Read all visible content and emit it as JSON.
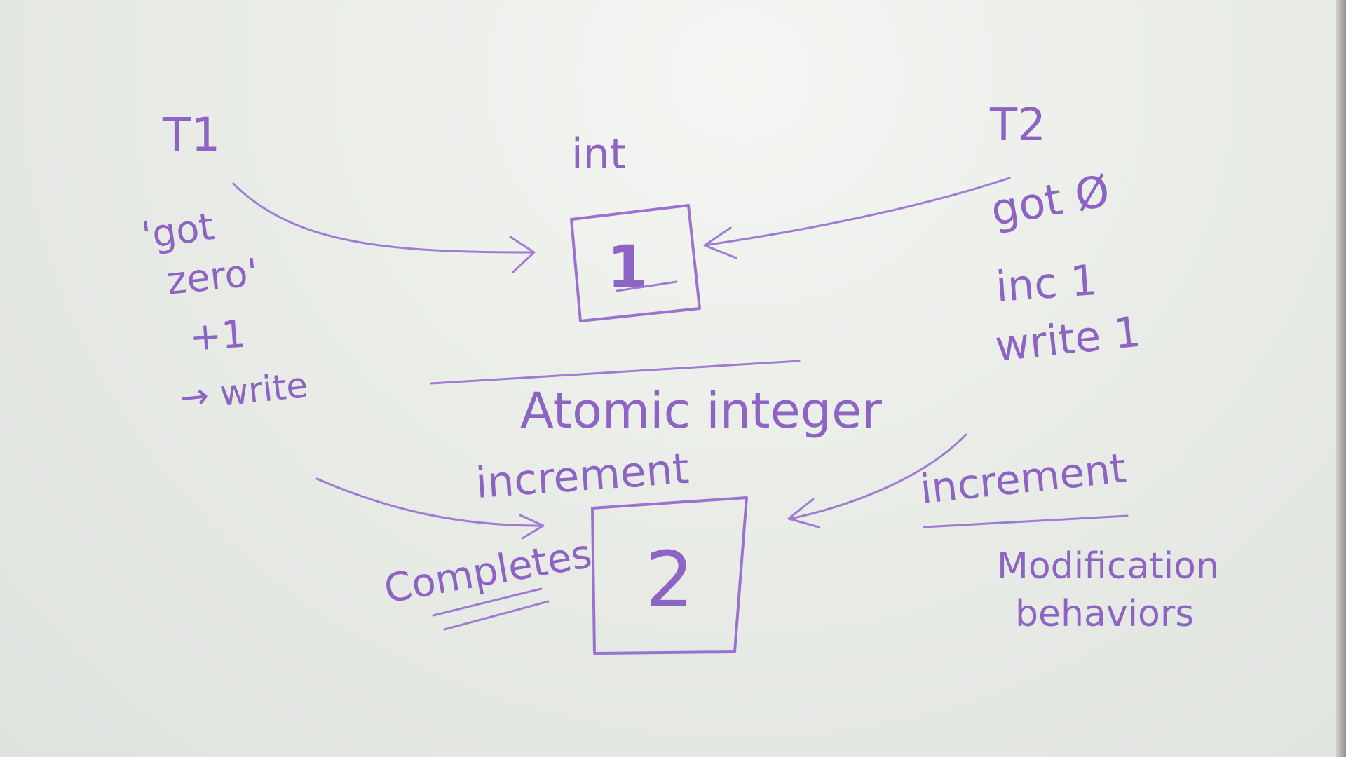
{
  "board": {
    "ink_color": "#8d63c4",
    "background_color": "#e9ece7",
    "top": {
      "thread1_label": "T1",
      "thread1_notes": [
        "'got",
        "zero'",
        "+1",
        "→ write"
      ],
      "int_label": "int",
      "int_box_value": "1",
      "thread2_label": "T2",
      "thread2_notes": [
        "got Ø",
        "inc 1",
        "write 1"
      ]
    },
    "divider_label": "Atomic integer",
    "bottom": {
      "increment_left": "increment",
      "completes_label": "Completes",
      "result_box_value": "2",
      "increment_right": "increment",
      "modification_label": [
        "Modification",
        "behaviors"
      ]
    }
  }
}
